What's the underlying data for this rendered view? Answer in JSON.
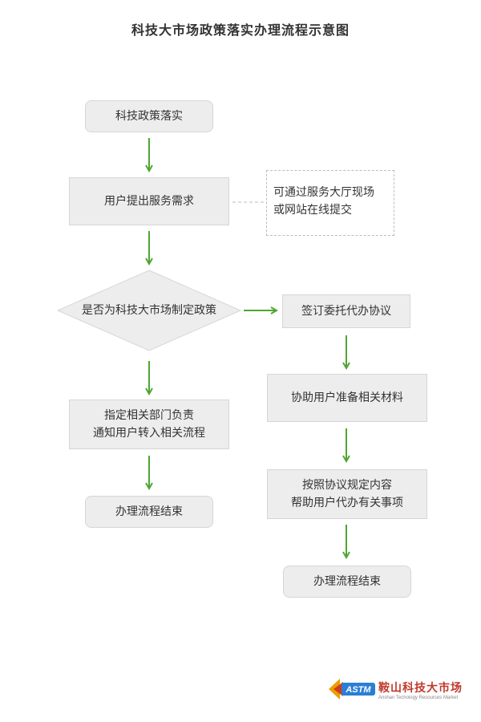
{
  "title": "科技大市场政策落实办理流程示意图",
  "nodes": {
    "start": "科技政策落实",
    "request": "用户提出服务需求",
    "note_line1": "可通过服务大厅现场",
    "note_line2": "或网站在线提交",
    "decision": "是否为科技大市场制定政策",
    "sign": "签订委托代办协议",
    "assign_line1": "指定相关部门负责",
    "assign_line2": "通知用户转入相关流程",
    "end_left": "办理流程结束",
    "prepare": "协助用户准备相关材料",
    "handle_line1": "按照协议规定内容",
    "handle_line2": "帮助用户代办有关事项",
    "end_right": "办理流程结束"
  },
  "logo": {
    "mark": "ASTM",
    "name": "鞍山科技大市场",
    "subtitle": "Anshan Techology Resources Market"
  },
  "colors": {
    "arrow": "#4fa631",
    "node_fill": "#ededed",
    "node_border": "#d6d6d6"
  }
}
